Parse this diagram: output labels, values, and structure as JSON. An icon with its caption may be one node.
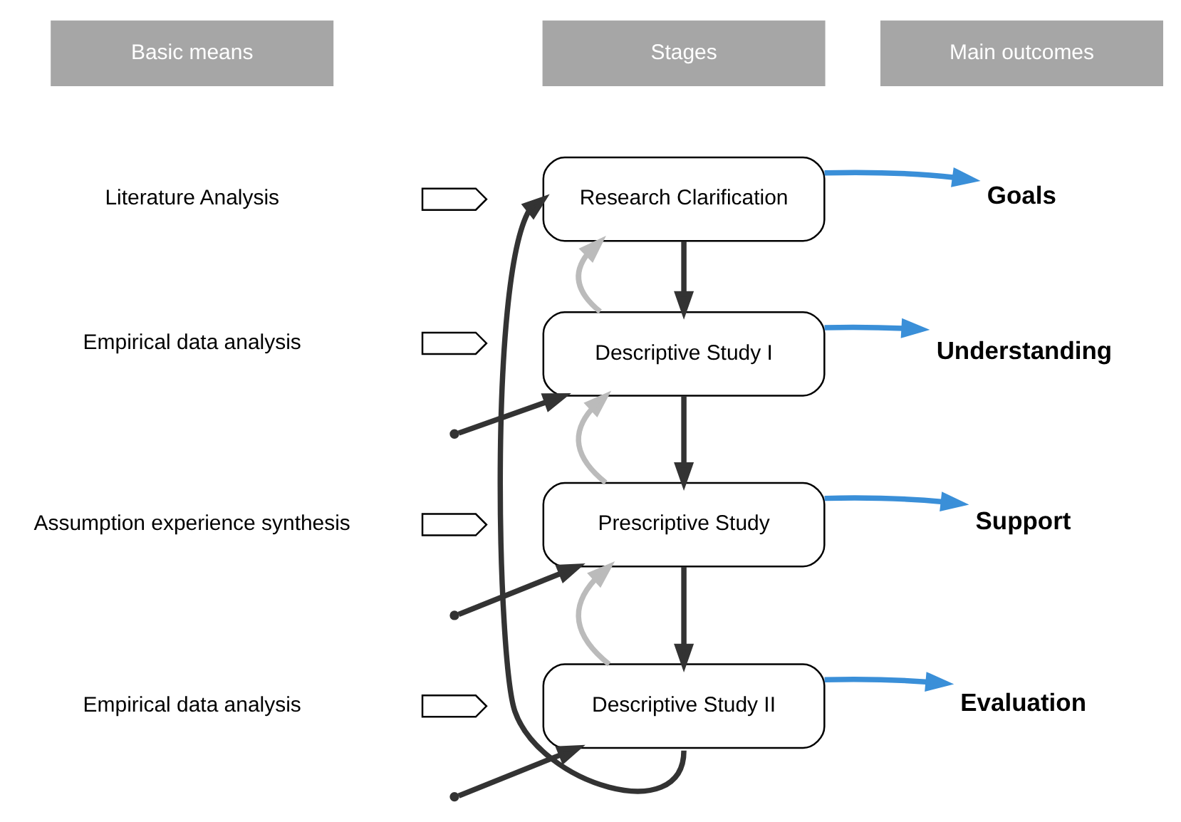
{
  "diagram": {
    "nodes": [
      {
        "text": [
          "Basic means"
        ]
      },
      {
        "text": [
          "Stages"
        ]
      },
      {
        "text": [
          "Main outcomes"
        ]
      },
      {
        "text": [
          "Literature Analysis"
        ]
      },
      {
        "text": [],
        "shape": "chevron"
      },
      {
        "text": [
          "Research Clarification"
        ]
      },
      {
        "text": [
          "Goals"
        ]
      },
      {
        "text": [
          "Empirical data analysis"
        ]
      },
      {
        "text": [],
        "shape": "chevron"
      },
      {
        "text": [
          "Descriptive Study I"
        ]
      },
      {
        "text": [
          "Understanding"
        ]
      },
      {
        "text": [
          "Assumption experience synthesis"
        ]
      },
      {
        "text": [],
        "shape": "chevron"
      },
      {
        "text": [
          "Prescriptive Study"
        ]
      },
      {
        "text": [
          "Support"
        ]
      },
      {
        "text": [
          "Empirical data analysis"
        ]
      },
      {
        "text": [],
        "shape": "chevron"
      },
      {
        "text": [
          "Descriptive Study II"
        ]
      },
      {
        "text": [
          "Evaluation"
        ]
      }
    ],
    "edges": [
      {
        "from": 17,
        "to": 5,
        "arrow": "to"
      },
      {
        "from": null,
        "to": 9,
        "arrow": "to"
      },
      {
        "from": null,
        "to": 13,
        "arrow": "to"
      },
      {
        "from": null,
        "to": 17,
        "arrow": "to"
      },
      {
        "from": 5,
        "to": 9,
        "arrow": "to"
      },
      {
        "from": 9,
        "to": 5,
        "arrow": "to",
        "color": "#bbbbbb"
      },
      {
        "from": 9,
        "to": 13,
        "arrow": "to"
      },
      {
        "from": 13,
        "to": 9,
        "arrow": "to",
        "color": "#bbbbbb"
      },
      {
        "from": 13,
        "to": 17,
        "arrow": "to"
      },
      {
        "from": 17,
        "to": 13,
        "arrow": "to",
        "color": "#bbbbbb"
      },
      {
        "from": 5,
        "to": 6,
        "arrow": "to",
        "color": "#3a8fd8"
      },
      {
        "from": 9,
        "to": 10,
        "arrow": "to",
        "color": "#3a8fd8"
      },
      {
        "from": 13,
        "to": 14,
        "arrow": "to",
        "color": "#3a8fd8"
      },
      {
        "from": 17,
        "to": 18,
        "arrow": "to",
        "color": "#3a8fd8"
      }
    ]
  }
}
